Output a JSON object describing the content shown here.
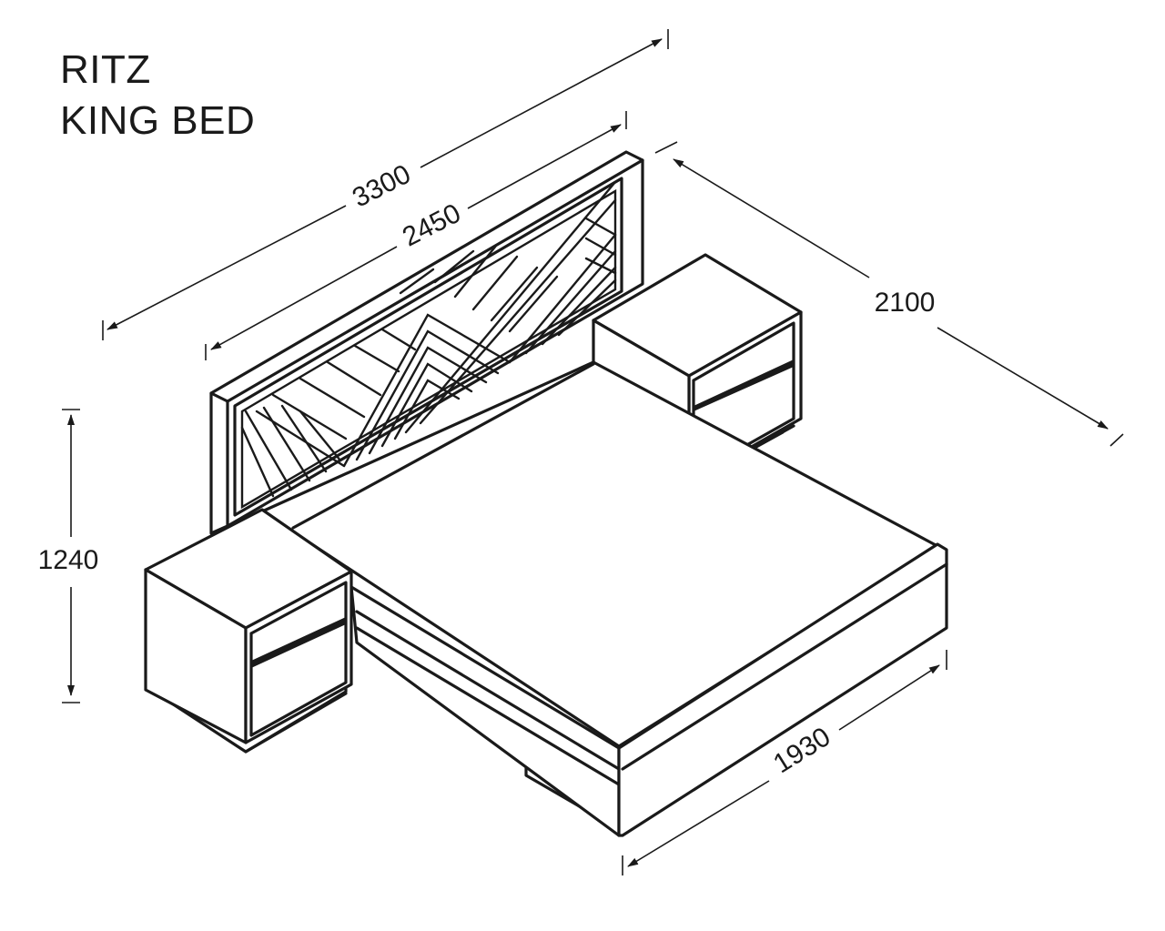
{
  "title": {
    "line1": "RITZ",
    "line2": "KING BED"
  },
  "dimensions": {
    "overall_width": "3300",
    "headboard_width": "2450",
    "depth": "2100",
    "height": "1240",
    "frame_width": "1930"
  },
  "colors": {
    "line": "#1a1a1a",
    "background": "#ffffff"
  }
}
